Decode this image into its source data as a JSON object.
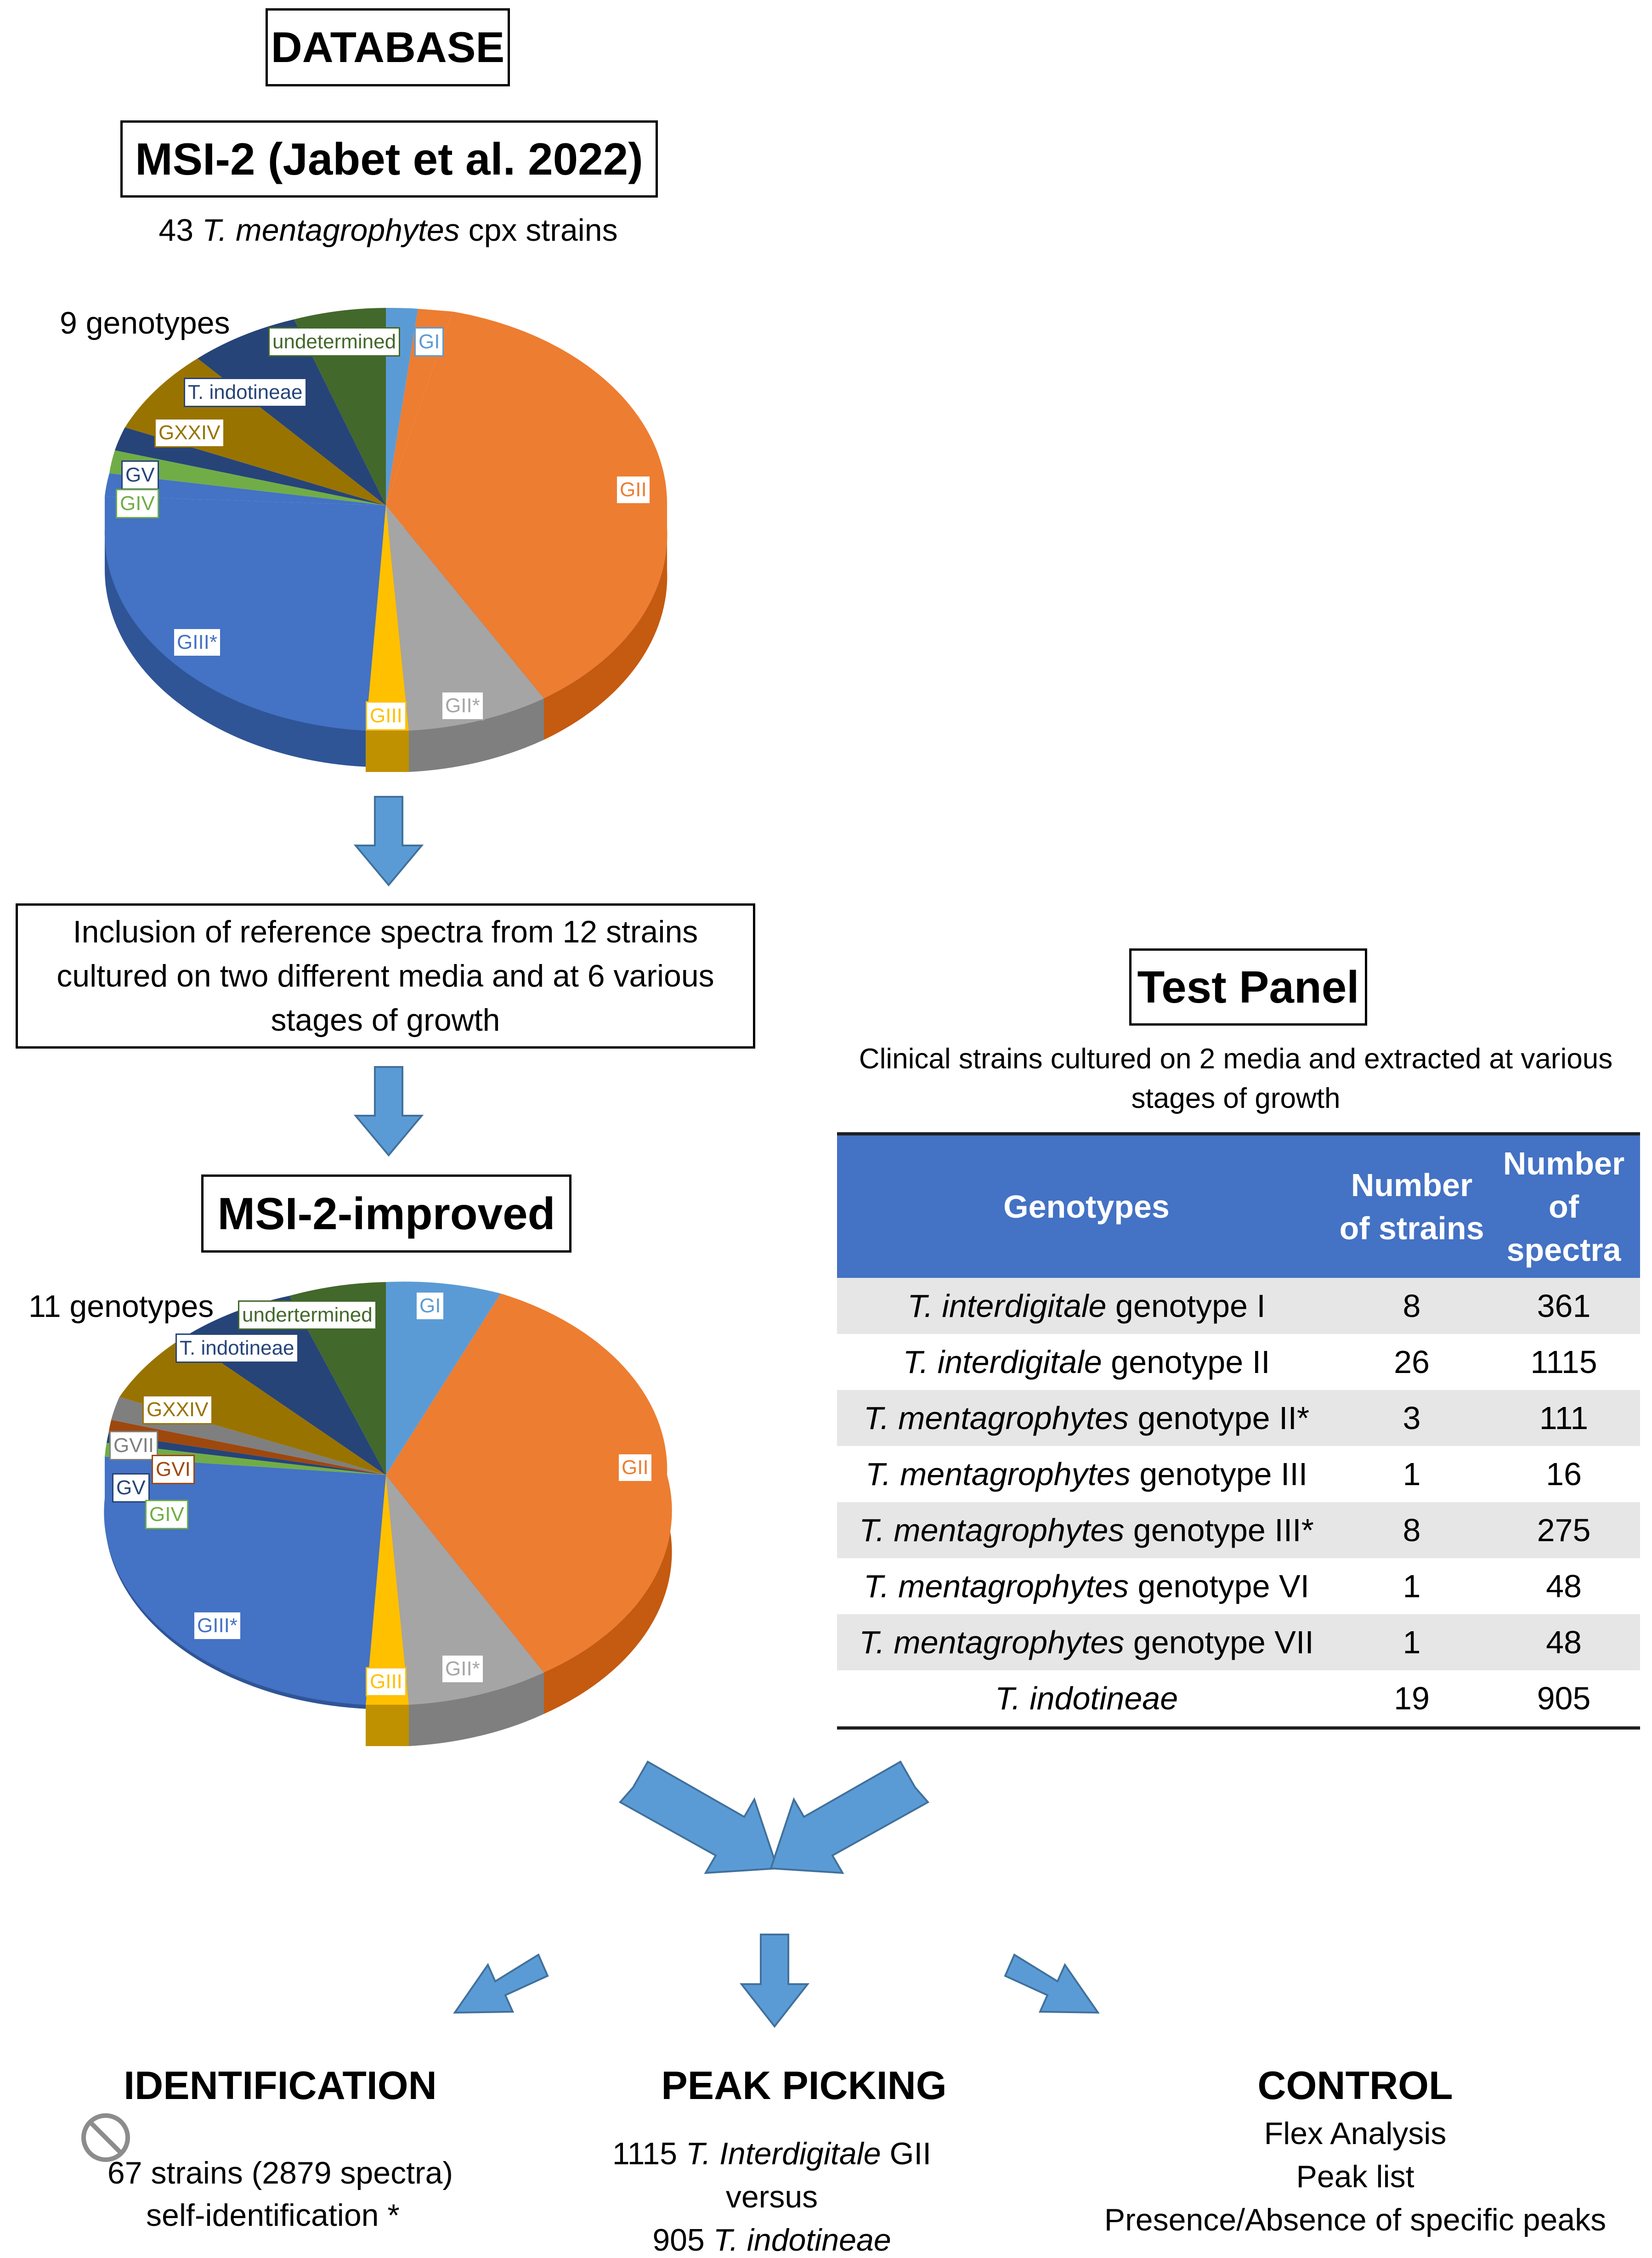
{
  "database": {
    "label": "DATABASE"
  },
  "msi2": {
    "title": "MSI-2 (Jabet et al. 2022)",
    "strains_count": "43",
    "strains_species": "T. mentagrophytes",
    "strains_suffix": "cpx strains",
    "genotypes_label": "9 genotypes",
    "labels": [
      "undetermined",
      "GI",
      "T. indotineae",
      "GXXIV",
      "GV",
      "GIV",
      "GII",
      "GIII*",
      "GIII",
      "GII*"
    ]
  },
  "inclusion_text": "Inclusion of reference spectra from 12 strains cultured on two different media and at 6 various stages of growth",
  "improved": {
    "title": "MSI-2-improved",
    "genotypes_label": "11 genotypes",
    "labels": [
      "undertermined",
      "GI",
      "T. indotineae",
      "GXXIV",
      "GVII",
      "GVI",
      "GV",
      "GIV",
      "GII",
      "GIII*",
      "GIII",
      "GII*"
    ]
  },
  "test_panel": {
    "title": "Test Panel",
    "note": "Clinical strains cultured on 2 media and extracted at various stages of growth",
    "headers": [
      "Genotypes",
      "Number of strains",
      "Number of spectra"
    ],
    "rows": [
      {
        "species": "T. interdigitale",
        "genotype": "genotype I",
        "strains": "8",
        "spectra": "361"
      },
      {
        "species": "T. interdigitale",
        "genotype": "genotype II",
        "strains": "26",
        "spectra": "1115"
      },
      {
        "species": "T. mentagrophytes",
        "genotype": "genotype II*",
        "strains": "3",
        "spectra": "111"
      },
      {
        "species": "T. mentagrophytes",
        "genotype": "genotype III",
        "strains": "1",
        "spectra": "16"
      },
      {
        "species": "T. mentagrophytes",
        "genotype": "genotype III*",
        "strains": "8",
        "spectra": "275"
      },
      {
        "species": "T. mentagrophytes",
        "genotype": "genotype VI",
        "strains": "1",
        "spectra": "48"
      },
      {
        "species": "T. mentagrophytes",
        "genotype": "genotype VII",
        "strains": "1",
        "spectra": "48"
      },
      {
        "species": "T. indotineae",
        "genotype": "",
        "strains": "19",
        "spectra": "905"
      }
    ]
  },
  "identification": {
    "title": "IDENTIFICATION",
    "line1": "67 strains (2879 spectra)",
    "line2": "self-identification *"
  },
  "peak_picking": {
    "title": "PEAK PICKING",
    "line1_count": "1115",
    "line1_species": "T. Interdigitale",
    "line1_suffix": "GII",
    "line2": "versus",
    "line3_count": "905",
    "line3_species": "T. indotineae"
  },
  "control": {
    "title": "CONTROL",
    "lines": [
      "Flex Analysis",
      "Peak list",
      "Presence/Absence of specific peaks"
    ]
  },
  "colors": {
    "orange": "#ed7d31",
    "blue": "#4472c4",
    "lightblue": "#5b9bd5",
    "gray": "#a5a5a5",
    "yellow": "#ffc000",
    "green": "#70ad47",
    "darkgreen": "#43682b",
    "navy": "#264478",
    "gold": "#997300",
    "darkred": "#9e480e",
    "arrow": "#5b9bd5"
  }
}
